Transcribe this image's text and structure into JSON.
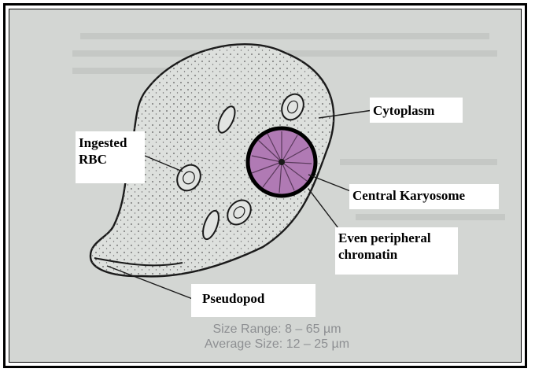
{
  "labels": {
    "cytoplasm": "Cytoplasm",
    "ingested_rbc_line1": "Ingested",
    "ingested_rbc_line2": "RBC",
    "central_karyosome": "Central Karyosome",
    "chromatin_line1": "Even peripheral",
    "chromatin_line2": "chromatin",
    "pseudopod": "Pseudopod"
  },
  "size_info": {
    "range": "Size Range: 8 – 65 µm",
    "average": "Average Size: 12 – 25 µm"
  },
  "colors": {
    "background": "#d3d6d3",
    "cell_fill": "#dde0dd",
    "nucleus": "#b07ab4",
    "outline": "#1a1a1a"
  }
}
